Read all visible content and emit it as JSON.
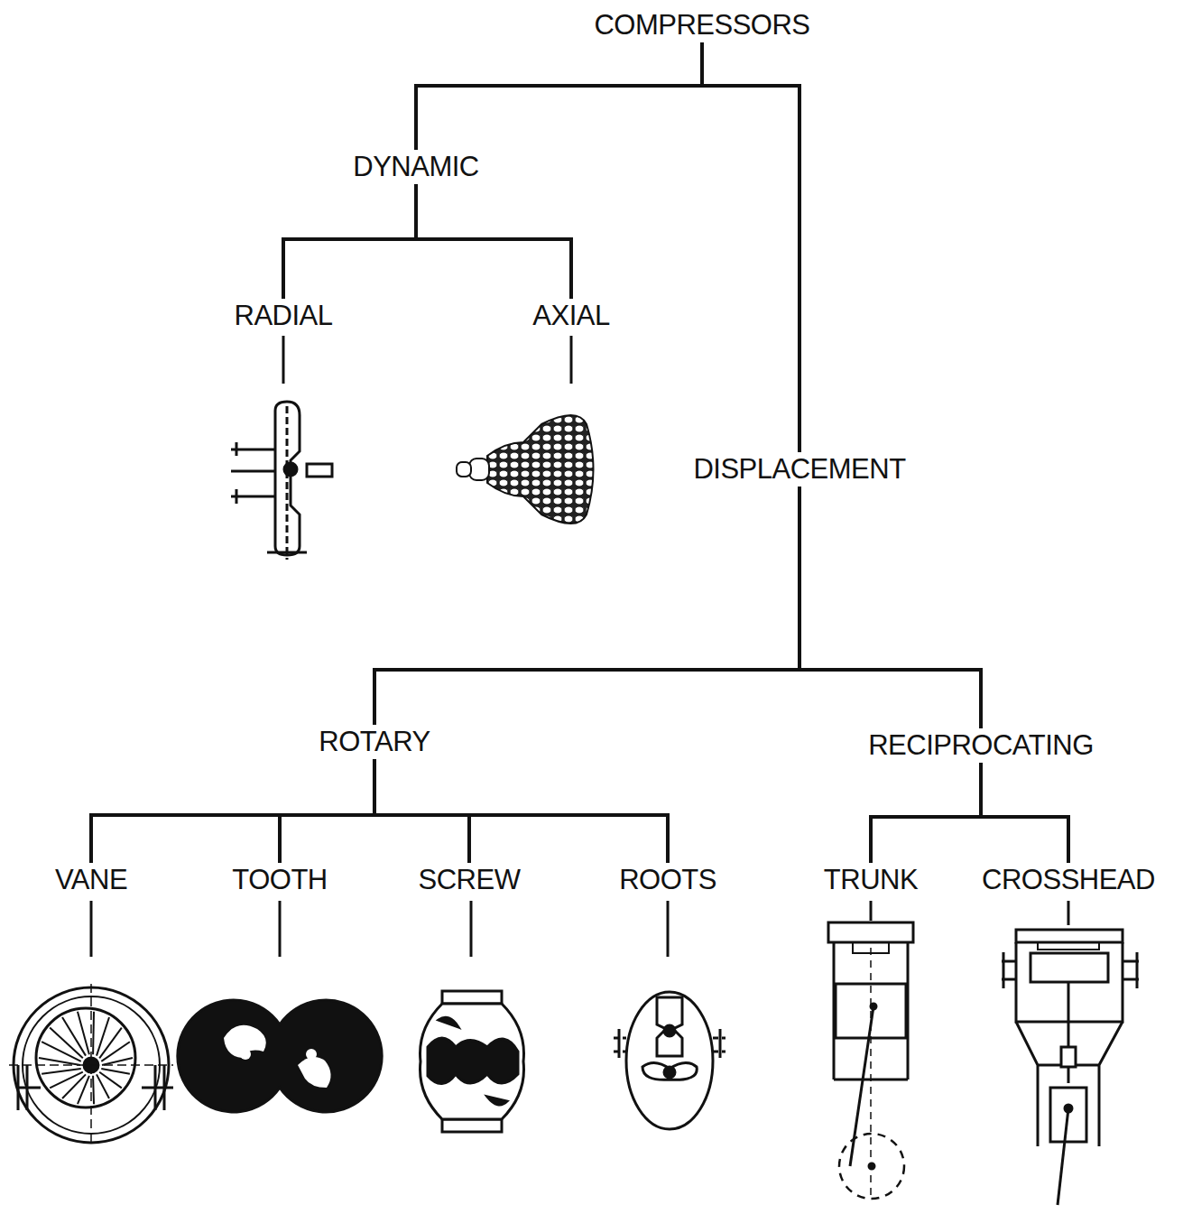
{
  "diagram": {
    "nodes": [
      {
        "text": [
          "COMPRESSORS"
        ]
      },
      {
        "text": [
          "DYNAMIC"
        ]
      },
      {
        "text": [
          "RADIAL"
        ]
      },
      {
        "text": [
          "AXIAL"
        ]
      },
      {
        "text": [
          "DISPLACEMENT"
        ]
      },
      {
        "text": [
          "ROTARY"
        ]
      },
      {
        "text": [
          "RECIPROCATING"
        ]
      },
      {
        "text": [
          "VANE"
        ]
      },
      {
        "text": [
          "TOOTH"
        ]
      },
      {
        "text": [
          "SCREW"
        ]
      },
      {
        "text": [
          "ROOTS"
        ]
      },
      {
        "text": [
          "TRUNK"
        ]
      },
      {
        "text": [
          "CROSSHEAD"
        ]
      }
    ],
    "edges": [
      {
        "from": 0,
        "to": 1,
        "arrow": "none"
      },
      {
        "from": 0,
        "to": 4,
        "arrow": "none"
      },
      {
        "from": 1,
        "to": 2,
        "arrow": "none"
      },
      {
        "from": 1,
        "to": 3,
        "arrow": "none"
      },
      {
        "from": 4,
        "to": 5,
        "arrow": "none"
      },
      {
        "from": 4,
        "to": 6,
        "arrow": "none"
      },
      {
        "from": 5,
        "to": 7,
        "arrow": "none"
      },
      {
        "from": 5,
        "to": 8,
        "arrow": "none"
      },
      {
        "from": 5,
        "to": 9,
        "arrow": "none"
      },
      {
        "from": 5,
        "to": 10,
        "arrow": "none"
      },
      {
        "from": 6,
        "to": 11,
        "arrow": "none"
      },
      {
        "from": 6,
        "to": 12,
        "arrow": "none"
      }
    ]
  }
}
